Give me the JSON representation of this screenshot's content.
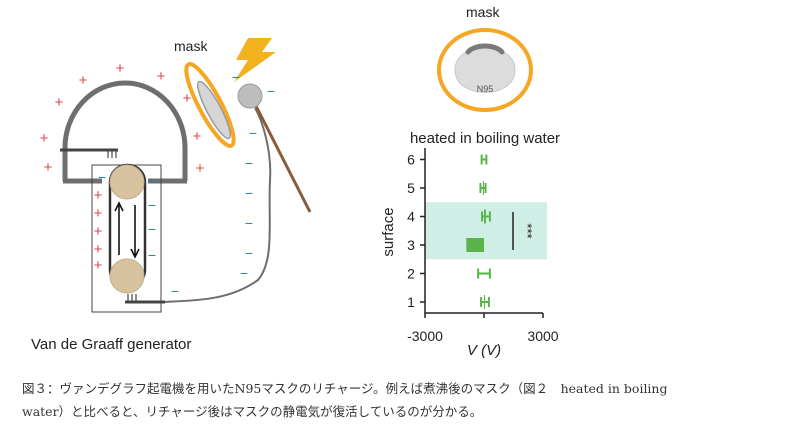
{
  "diagram": {
    "generator_label": "Van de Graaff generator",
    "mask_label_left": "mask",
    "mask_label_top": "mask",
    "n95_label": "N95",
    "plus_sign": "+",
    "minus_sign": "−"
  },
  "chart_data": {
    "type": "bar",
    "orientation": "horizontal",
    "title": "heated in boiling water",
    "xlabel": "V (V)",
    "ylabel": "surface",
    "categories": [
      "1",
      "2",
      "3",
      "4",
      "5",
      "6"
    ],
    "values": [
      50,
      0,
      -900,
      100,
      -50,
      0
    ],
    "errors": [
      200,
      300,
      0,
      200,
      130,
      120
    ],
    "xlim": [
      -3000,
      3000
    ],
    "xticks": [
      "-3000",
      "0",
      "3000"
    ],
    "xtick_values": [
      -3000,
      0,
      3000
    ],
    "significance": "***",
    "highlight_categories": [
      "3",
      "4"
    ],
    "bar_color": "#5bb44a",
    "highlight_color": "#cfeee5"
  },
  "caption": {
    "line1": "図３：ヴァンデグラフ起電機を用いたN95マスクのリチャージ。例えば煮沸後のマスク（図２　heated in boiling",
    "line2": "water）と比べると、リチャージ後はマスクの静電気が復活しているのが分かる。"
  }
}
